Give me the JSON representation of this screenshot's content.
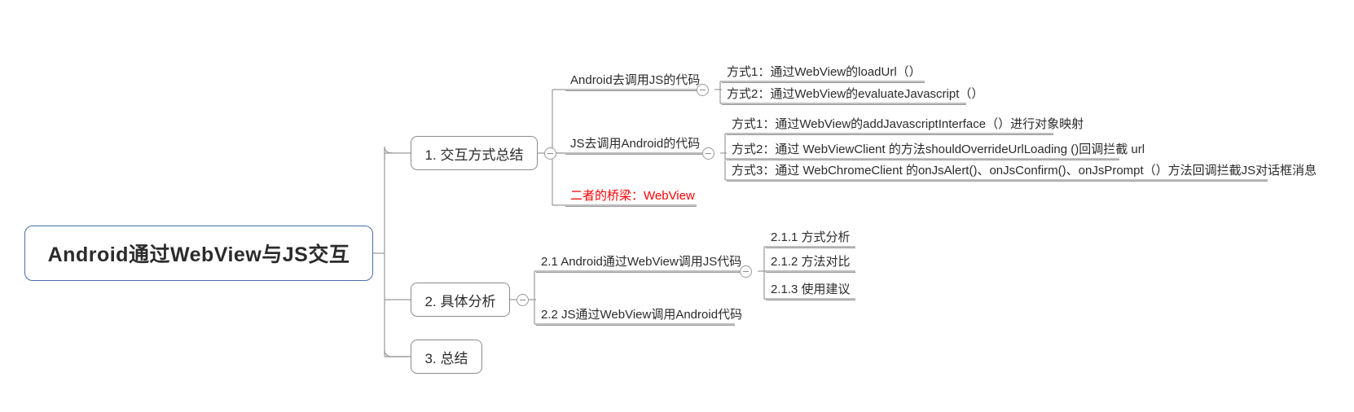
{
  "diagram": {
    "type": "mind-map",
    "title": "Android通过WebView与JS交互",
    "colors": {
      "root_border": "#4a6fa5",
      "node_border": "#8c8c8c",
      "link": "#9a9a9a",
      "text": "#2b2b2b",
      "highlight": "#ff0000"
    },
    "root": {
      "label": "Android通过WebView与JS交互"
    },
    "branches": [
      {
        "label": "1. 交互方式总结",
        "children": [
          {
            "label": "Android去调用JS的代码",
            "children": [
              {
                "label": "方式1：通过WebView的loadUrl（）"
              },
              {
                "label": "方式2：通过WebView的evaluateJavascript（）"
              }
            ]
          },
          {
            "label": "JS去调用Android的代码",
            "children": [
              {
                "label": "方式1：通过WebView的addJavascriptInterface（）进行对象映射"
              },
              {
                "label": "方式2：通过 WebViewClient 的方法shouldOverrideUrlLoading ()回调拦截 url"
              },
              {
                "label": "方式3：通过 WebChromeClient 的onJsAlert()、onJsConfirm()、onJsPrompt（）方法回调拦截JS对话框消息"
              }
            ]
          },
          {
            "label": "二者的桥梁：WebView",
            "highlight": true
          }
        ]
      },
      {
        "label": "2. 具体分析",
        "children": [
          {
            "label": "2.1  Android通过WebView调用JS代码",
            "children": [
              {
                "label": "2.1.1 方式分析"
              },
              {
                "label": "2.1.2 方法对比"
              },
              {
                "label": "2.1.3 使用建议"
              }
            ]
          },
          {
            "label": "2.2 JS通过WebView调用Android代码"
          }
        ]
      },
      {
        "label": "3. 总结"
      }
    ],
    "toggles": [
      {
        "name": "toggle-branch-1"
      },
      {
        "name": "toggle-android-calls-js"
      },
      {
        "name": "toggle-js-calls-android"
      },
      {
        "name": "toggle-branch-2"
      },
      {
        "name": "toggle-2-1"
      }
    ]
  }
}
